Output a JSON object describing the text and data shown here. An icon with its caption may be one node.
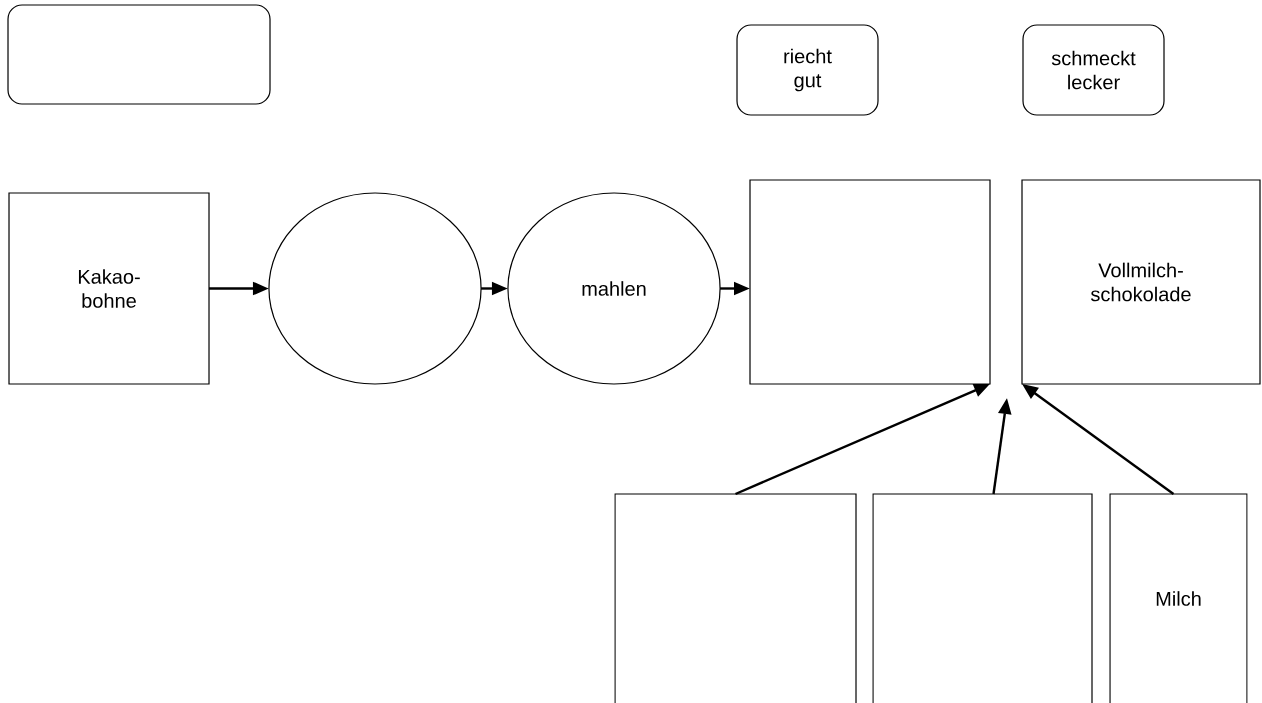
{
  "diagram": {
    "nodes": [
      {
        "text": [],
        "shape": "box"
      },
      {
        "text": [
          "riecht gut"
        ]
      },
      {
        "text": [
          "schmeckt lecker"
        ]
      },
      {
        "text": [
          "Kakao- bohne"
        ]
      },
      {
        "text": [],
        "shape": "circle"
      },
      {
        "text": [
          "mahlen"
        ]
      },
      {
        "text": [],
        "shape": "box"
      },
      {
        "text": [
          "Vollmilch- schokolade"
        ]
      },
      {
        "text": [],
        "shape": "box"
      },
      {
        "text": [],
        "shape": "box"
      },
      {
        "text": [
          "Milch"
        ]
      }
    ],
    "edges": [
      {
        "from": 3,
        "to": 4,
        "arrow": "to"
      },
      {
        "from": 4,
        "to": 5,
        "arrow": "to"
      },
      {
        "from": 5,
        "to": 6,
        "arrow": "to"
      },
      {
        "from": 8,
        "to": 6,
        "arrow": "to"
      },
      {
        "from": 9,
        "to": null,
        "arrow": "to"
      },
      {
        "from": 10,
        "to": 7,
        "arrow": "to"
      }
    ]
  }
}
